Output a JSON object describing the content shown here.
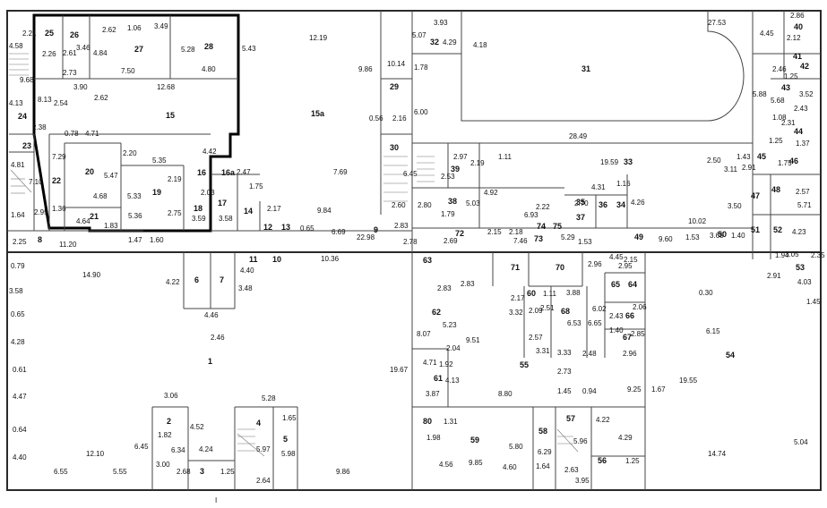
{
  "rooms": {
    "r1": "1",
    "r2": "2",
    "r3": "3",
    "r4": "4",
    "r5": "5",
    "r6": "6",
    "r7": "7",
    "r8": "8",
    "r9": "9",
    "r10": "10",
    "r11": "11",
    "r12": "12",
    "r13": "13",
    "r14": "14",
    "r15": "15",
    "r15a": "15a",
    "r16": "16",
    "r16a": "16a",
    "r17": "17",
    "r18": "18",
    "r19": "19",
    "r20": "20",
    "r21": "21",
    "r22": "22",
    "r23": "23",
    "r24": "24",
    "r25": "25",
    "r26": "26",
    "r27": "27",
    "r28": "28",
    "r29": "29",
    "r30": "30",
    "r31": "31",
    "r32": "32",
    "r33": "33",
    "r34": "34",
    "r35": "35",
    "r36": "36",
    "r37": "37",
    "r38": "38",
    "r39": "39",
    "r40": "40",
    "r41": "41",
    "r42": "42",
    "r43": "43",
    "r44": "44",
    "r45": "45",
    "r46": "46",
    "r47": "47",
    "r48": "48",
    "r49": "49",
    "r50": "50",
    "r51": "51",
    "r52": "52",
    "r53": "53",
    "r54": "54",
    "r55": "55",
    "r56": "56",
    "r57": "57",
    "r58": "58",
    "r59": "59",
    "r60": "60",
    "r61": "61",
    "r62": "62",
    "r63": "63",
    "r64": "64",
    "r65": "65",
    "r66": "66",
    "r67": "67",
    "r68": "68",
    "r70": "70",
    "r71": "71",
    "r72": "72",
    "r73": "73",
    "r74": "74",
    "r75": "75",
    "r80": "80"
  },
  "dims": {
    "d_2_21": "2.21",
    "d_4_58": "4.58",
    "d_9_68": "9.68",
    "d_4_13": "4.13",
    "d_2_38": "2.38",
    "d_2_26": "2.26",
    "d_2_61": "2.61",
    "d_3_46": "3.46",
    "d_4_84": "4.84",
    "d_2_62a": "2.62",
    "d_1_06": "1.06",
    "d_3_49": "3.49",
    "d_5_28": "5.28",
    "d_5_43": "5.43",
    "d_12_19": "12.19",
    "d_2_73": "2.73",
    "d_7_50": "7.50",
    "d_4_80": "4.80",
    "d_8_13": "8.13",
    "d_3_90": "3.90",
    "d_2_54": "2.54",
    "d_2_62b": "2.62",
    "d_12_68": "12.68",
    "d_0_78": "0.78",
    "d_4_71": "4.71",
    "d_2_20": "2.20",
    "d_5_35": "5.35",
    "d_4_42": "4.42",
    "d_7_29": "7.29",
    "d_5_47": "5.47",
    "d_4_81": "4.81",
    "d_7_10": "7.10",
    "d_4_68": "4.68",
    "d_5_33": "5.33",
    "d_2_19": "2.19",
    "d_2_47": "2.47",
    "d_1_75": "1.75",
    "d_2_03": "2.03",
    "d_2_95": "2.95",
    "d_1_36": "1.36",
    "d_4_64": "4.64",
    "d_1_83": "1.83",
    "d_5_36": "5.36",
    "d_2_75": "2.75",
    "d_3_59": "3.59",
    "d_3_58a": "3.58",
    "d_2_17": "2.17",
    "d_1_64": "1.64",
    "d_2_25": "2.25",
    "d_11_20": "11.20",
    "d_1_47": "1.47",
    "d_1_60": "1.60",
    "d_9_84": "9.84",
    "d_0_65a": "0.65",
    "d_6_69": "6.69",
    "d_22_98": "22.98",
    "d_7_69": "7.69",
    "d_9_86a": "9.86",
    "d_10_14": "10.14",
    "d_0_56": "0.56",
    "d_2_16": "2.16",
    "d_6_00": "6.00",
    "d_2_60": "2.60",
    "d_6_45a": "6.45",
    "d_2_83": "2.83",
    "d_2_78": "2.78",
    "d_0_79": "0.79",
    "d_14_90": "14.90",
    "d_3_58b": "3.58",
    "d_0_65b": "0.65",
    "d_4_28": "4.28",
    "d_0_61": "0.61",
    "d_4_47": "4.47",
    "d_0_64": "0.64",
    "d_4_40a": "4.40",
    "d_6_55": "6.55",
    "d_12_10": "12.10",
    "d_5_55": "5.55",
    "d_4_22a": "4.22",
    "d_4_40b": "4.40",
    "d_3_48": "3.48",
    "d_10_36": "10.36",
    "d_4_46": "4.46",
    "d_2_46": "2.46",
    "d_3_06": "3.06",
    "d_1_82": "1.82",
    "d_4_52": "4.52",
    "d_6_45b": "6.45",
    "d_6_34": "6.34",
    "d_4_24": "4.24",
    "d_3_00": "3.00",
    "d_2_68": "2.68",
    "d_1_25a": "1.25",
    "d_5_28b": "5.28",
    "d_1_65": "1.65",
    "d_5_97": "5.97",
    "d_5_98": "5.98",
    "d_2_64": "2.64",
    "d_9_86b": "9.86",
    "d_5_07": "5.07",
    "d_3_93": "3.93",
    "d_4_29": "4.29",
    "d_1_78": "1.78",
    "d_4_18": "4.18",
    "d_27_53": "27.53",
    "d_4_45a": "4.45",
    "d_2_86": "2.86",
    "d_2_12": "2.12",
    "d_2_46b": "2.46",
    "d_1_25b": "1.25",
    "d_5_88": "5.88",
    "d_5_68": "5.68",
    "d_3_52": "3.52",
    "d_2_43": "2.43",
    "d_1_08": "1.08",
    "d_2_31": "2.31",
    "d_1_37": "1.37",
    "d_1_25c": "1.25",
    "d_28_49": "28.49",
    "d_2_97": "2.97",
    "d_1_11a": "1.11",
    "d_2_53": "2.53",
    "d_2_19b": "2.19",
    "d_19_59": "19.59",
    "d_2_50": "2.50",
    "d_1_43": "1.43",
    "d_3_11": "3.11",
    "d_2_91a": "2.91",
    "d_1_75b": "1.75",
    "d_4_92": "4.92",
    "d_5_03": "5.03",
    "d_2_80": "2.80",
    "d_1_79": "1.79",
    "d_6_93": "6.93",
    "d_2_22": "2.22",
    "d_2_70": "2.70",
    "d_4_31": "4.31",
    "d_1_16": "1.16",
    "d_4_26": "4.26",
    "d_10_02": "10.02",
    "d_3_50": "3.50",
    "d_2_57": "2.57",
    "d_5_71": "5.71",
    "d_2_15a": "2.15",
    "d_2_18": "2.18",
    "d_7_46": "7.46",
    "d_5_29": "5.29",
    "d_1_53a": "1.53",
    "d_9_60": "9.60",
    "d_1_53b": "1.53",
    "d_3_65": "3.65",
    "d_1_40a": "1.40",
    "d_4_23": "4.23",
    "d_2_35": "2.35",
    "d_2_69": "2.69",
    "d_3_05": "3.05",
    "d_1_94": "1.94",
    "d_2_91b": "2.91",
    "d_4_03": "4.03",
    "d_1_45a": "1.45",
    "d_2_96a": "2.96",
    "d_2_15b": "2.15",
    "d_4_45b": "4.45",
    "d_2_95b": "2.95",
    "d_2_83b": "2.83",
    "d_2_83c": "2.83",
    "d_2_17b": "2.17",
    "d_1_11b": "1.11",
    "d_3_32": "3.32",
    "d_2_09": "2.09",
    "d_2_51": "2.51",
    "d_3_88": "3.88",
    "d_6_53": "6.53",
    "d_6_02": "6.02",
    "d_2_43b": "2.43",
    "d_6_65": "6.65",
    "d_2_06": "2.06",
    "d_1_40b": "1.40",
    "d_2_85": "2.85",
    "d_5_23": "5.23",
    "d_8_07": "8.07",
    "d_2_57b": "2.57",
    "d_9_51": "9.51",
    "d_2_04": "2.04",
    "d_3_31": "3.31",
    "d_3_33": "3.33",
    "d_2_48": "2.48",
    "d_2_96b": "2.96",
    "d_0_30": "0.30",
    "d_6_15": "6.15",
    "d_19_67": "19.67",
    "d_4_71b": "4.71",
    "d_1_92": "1.92",
    "d_4_13b": "4.13",
    "d_3_87": "3.87",
    "d_8_80": "8.80",
    "d_1_45b": "1.45",
    "d_2_73b": "2.73",
    "d_0_94": "0.94",
    "d_9_25": "9.25",
    "d_1_67": "1.67",
    "d_19_55": "19.55",
    "d_1_31": "1.31",
    "d_1_98": "1.98",
    "d_5_80": "5.80",
    "d_6_29": "6.29",
    "d_4_22b": "4.22",
    "d_5_96": "5.96",
    "d_4_29b": "4.29",
    "d_4_56": "4.56",
    "d_9_85": "9.85",
    "d_4_60": "4.60",
    "d_1_64b": "1.64",
    "d_2_63": "2.63",
    "d_1_25d": "1.25",
    "d_3_95": "3.95",
    "d_14_74": "14.74",
    "d_5_04": "5.04"
  },
  "footer": {
    "mark": "I"
  }
}
